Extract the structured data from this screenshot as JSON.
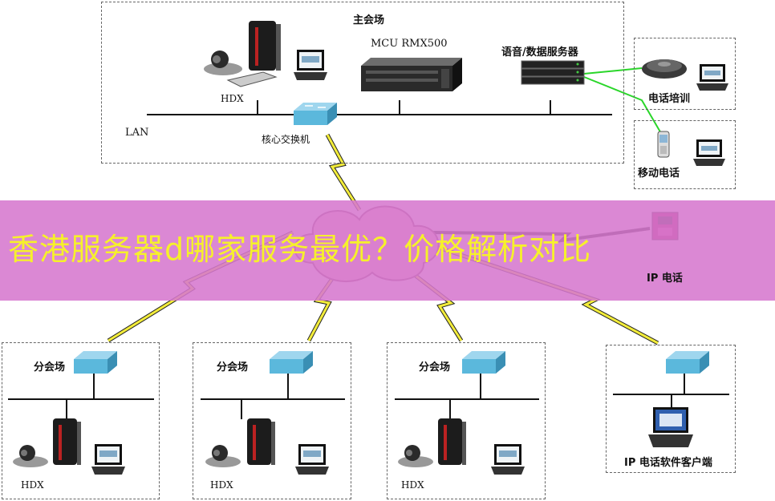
{
  "title": "香港服务器d哪家服务最优？价格解析对比",
  "main_site": {
    "label": "主会场",
    "hdx_label": "HDX",
    "lan_label": "LAN",
    "core_switch_label": "核心交换机",
    "mcu_label": "MCU RMX500",
    "voice_server_label": "语音/数据服务器"
  },
  "phone_training": {
    "label": "电话培训"
  },
  "mobile_phone": {
    "label": "移动电话"
  },
  "ip_phone": {
    "label": "IP 电话"
  },
  "branches": [
    {
      "label": "分会场",
      "hdx_label": "HDX"
    },
    {
      "label": "分会场",
      "hdx_label": "HDX"
    },
    {
      "label": "分会场",
      "hdx_label": "HDX"
    }
  ],
  "ip_softphone": {
    "label": "IP 电话软件客户端"
  },
  "colors": {
    "banner": "#d678ce",
    "banner_text": "#f6f12a",
    "link_bolt": "#f2ec3a",
    "green_link": "#2ad62a",
    "switch": "#5bb8dc"
  }
}
